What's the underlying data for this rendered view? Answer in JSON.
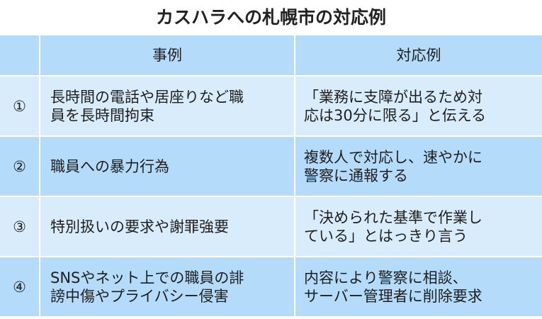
{
  "title": "カスハラへの札幌市の対応例",
  "headers": {
    "number": "",
    "case": "事例",
    "response": "対応例"
  },
  "rows": [
    {
      "number": "①",
      "case": "長時間の電話や居座りなど職\n員を長時間拘束",
      "response": "「業務に支障が出るため対\n応は30分に限る」と伝える"
    },
    {
      "number": "②",
      "case": "職員への暴力行為",
      "response": "複数人で対応し、速やかに\n警察に通報する"
    },
    {
      "number": "③",
      "case": "特別扱いの要求や謝罪強要",
      "response": "「決められた基準で作業し\nている」とはっきり言う"
    },
    {
      "number": "④",
      "case": "SNSやネット上での職員の誹\n謗中傷やプライバシー侵害",
      "response": "内容により警察に相談、\nサーバー管理者に削除要求"
    }
  ]
}
